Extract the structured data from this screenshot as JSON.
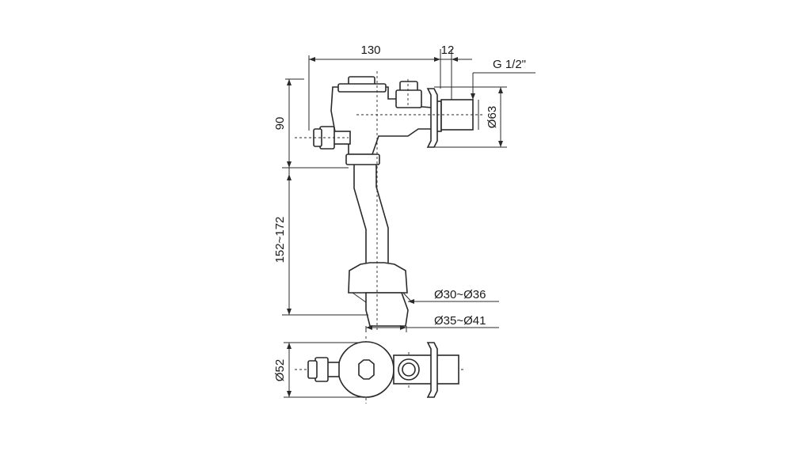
{
  "dimensions": {
    "width_130": "130",
    "width_12": "12",
    "thread": "G 1/2\"",
    "flange_dia": "Ø63",
    "height_90": "90",
    "length_range": "152~172",
    "outlet_inner": "Ø30~Ø36",
    "outlet_outer": "Ø35~Ø41",
    "body_dia": "Ø52"
  }
}
